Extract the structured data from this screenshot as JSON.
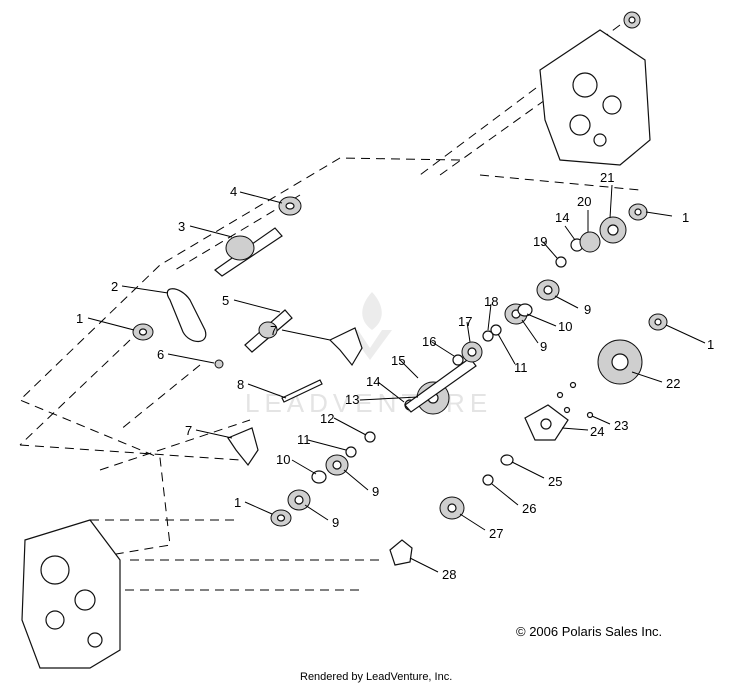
{
  "watermark": "LEADVENTURE",
  "copyright": "© 2006 Polaris Sales Inc.",
  "footer": "Rendered by LeadVenture, Inc.",
  "callouts": [
    "1",
    "1",
    "1",
    "1",
    "2",
    "3",
    "4",
    "5",
    "6",
    "7",
    "7",
    "8",
    "9",
    "9",
    "9",
    "9",
    "10",
    "10",
    "11",
    "11",
    "12",
    "13",
    "14",
    "14",
    "15",
    "16",
    "17",
    "18",
    "19",
    "20",
    "21",
    "22",
    "23",
    "24",
    "25",
    "26",
    "27",
    "28"
  ]
}
